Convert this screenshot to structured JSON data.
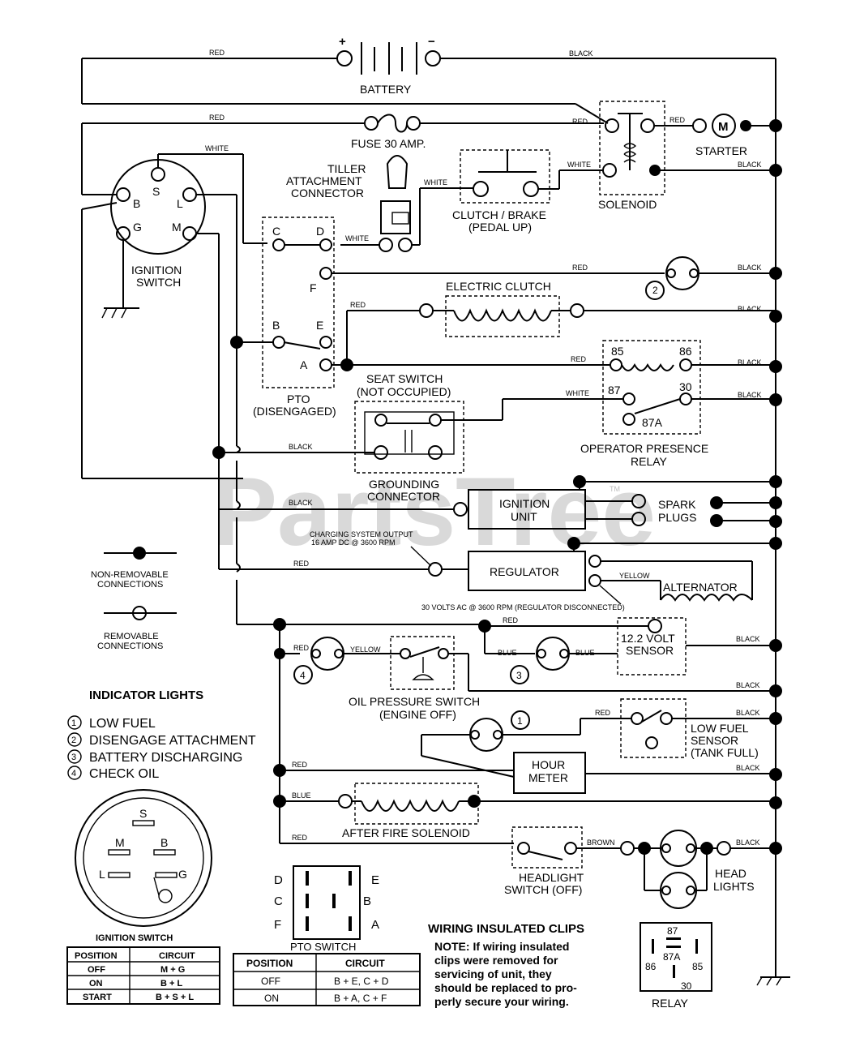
{
  "components": {
    "battery": "BATTERY",
    "battery_plus": "+",
    "battery_minus": "−",
    "fuse": "FUSE 30 AMP.",
    "starter": "STARTER",
    "starter_m": "M",
    "solenoid": "SOLENOID",
    "tiller_1": "TILLER",
    "tiller_2": "ATTACHMENT",
    "tiller_3": "CONNECTOR",
    "clutch_brake_1": "CLUTCH / BRAKE",
    "clutch_brake_2": "(PEDAL UP)",
    "ignition_switch_1": "IGNITION",
    "ignition_switch_2": "SWITCH",
    "electric_clutch": "ELECTRIC CLUTCH",
    "pto_1": "PTO",
    "pto_2": "(DISENGAGED)",
    "seat_switch_1": "SEAT SWITCH",
    "seat_switch_2": "(NOT OCCUPIED)",
    "grounding_1": "GROUNDING",
    "grounding_2": "CONNECTOR",
    "operator_relay_1": "OPERATOR PRESENCE",
    "operator_relay_2": "RELAY",
    "ignition_unit_1": "IGNITION",
    "ignition_unit_2": "UNIT",
    "spark_plugs_1": "SPARK",
    "spark_plugs_2": "PLUGS",
    "charging_note_1": "CHARGING SYSTEM OUTPUT",
    "charging_note_2": "16 AMP DC @ 3600 RPM",
    "regulator": "REGULATOR",
    "alternator": "ALTERNATOR",
    "alternator_note": "30 VOLTS AC @ 3600 RPM (REGULATOR DISCONNECTED)",
    "volt_sensor_1": "12.2 VOLT",
    "volt_sensor_2": "SENSOR",
    "oil_switch_1": "OIL PRESSURE SWITCH",
    "oil_switch_2": "(ENGINE OFF)",
    "low_fuel_1": "LOW FUEL",
    "low_fuel_2": "SENSOR",
    "low_fuel_3": "(TANK FULL)",
    "hour_meter_1": "HOUR",
    "hour_meter_2": "METER",
    "after_fire": "AFTER FIRE SOLENOID",
    "headlight_switch_1": "HEADLIGHT",
    "headlight_switch_2": "SWITCH (OFF)",
    "head_lights_1": "HEAD",
    "head_lights_2": "LIGHTS",
    "relay": "RELAY",
    "pto_switch": "PTO SWITCH",
    "ignition_switch_bottom": "IGNITION SWITCH"
  },
  "wire_colors": {
    "red": "RED",
    "black": "BLACK",
    "white": "WHITE",
    "yellow": "YELLOW",
    "blue": "BLUE",
    "brown": "BROWN"
  },
  "terminals": {
    "ign_b": "B",
    "ign_s": "S",
    "ign_l": "L",
    "ign_g": "G",
    "ign_m": "M",
    "pto_c": "C",
    "pto_d": "D",
    "pto_f": "F",
    "pto_b": "B",
    "pto_e": "E",
    "pto_a": "A",
    "relay_85": "85",
    "relay_86": "86",
    "relay_87": "87",
    "relay_30": "30",
    "relay_87a": "87A",
    "lamp_1": "1",
    "lamp_2": "2",
    "lamp_3": "3",
    "lamp_4": "4"
  },
  "legend": {
    "non_removable_1": "NON-REMOVABLE",
    "non_removable_2": "CONNECTIONS",
    "removable_1": "REMOVABLE",
    "removable_2": "CONNECTIONS"
  },
  "indicator_lights": {
    "title": "INDICATOR LIGHTS",
    "items": [
      {
        "num": "1",
        "label": "LOW FUEL"
      },
      {
        "num": "2",
        "label": "DISENGAGE ATTACHMENT"
      },
      {
        "num": "3",
        "label": "BATTERY DISCHARGING"
      },
      {
        "num": "4",
        "label": "CHECK OIL"
      }
    ]
  },
  "ignition_table": {
    "headers": [
      "POSITION",
      "CIRCUIT"
    ],
    "rows": [
      [
        "OFF",
        "M + G"
      ],
      [
        "ON",
        "B + L"
      ],
      [
        "START",
        "B + S + L"
      ]
    ]
  },
  "pto_table": {
    "headers": [
      "POSITION",
      "CIRCUIT"
    ],
    "rows": [
      [
        "OFF",
        "B + E, C + D"
      ],
      [
        "ON",
        "B + A, C + F"
      ]
    ]
  },
  "wiring_note": {
    "title": "WIRING INSULATED CLIPS",
    "lines": [
      "NOTE: If wiring insulated",
      "clips were removed for",
      "servicing of unit, they",
      "should be replaced to pro-",
      "perly secure your wiring."
    ]
  },
  "watermark": "PartsTree",
  "watermark_tm": "TM"
}
